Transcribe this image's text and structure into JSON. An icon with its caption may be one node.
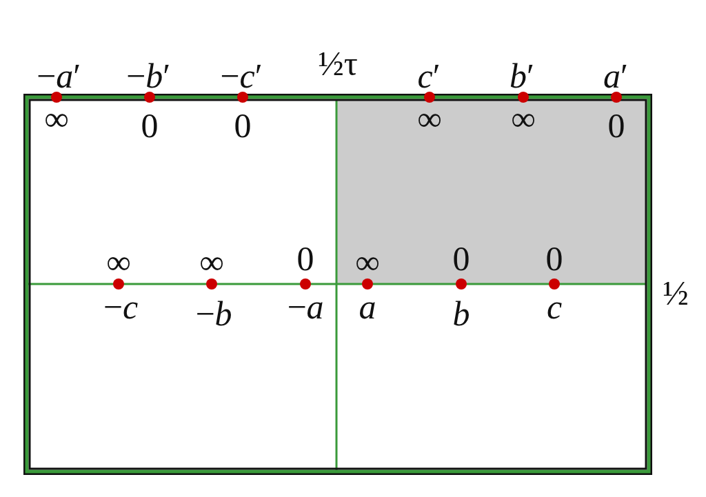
{
  "diagram": {
    "labels": [
      "½τ",
      "−*a*′",
      "−*b*′",
      "−*c*′",
      "*c*′",
      "*b*′",
      "*a*′",
      "∞",
      "0",
      "0",
      "∞",
      "∞",
      "0",
      "∞",
      "∞",
      "0",
      "∞",
      "0",
      "0",
      "½",
      "−*c*",
      "−*b*",
      "−*a*",
      "*a*",
      "*b*",
      "*c*"
    ]
  }
}
